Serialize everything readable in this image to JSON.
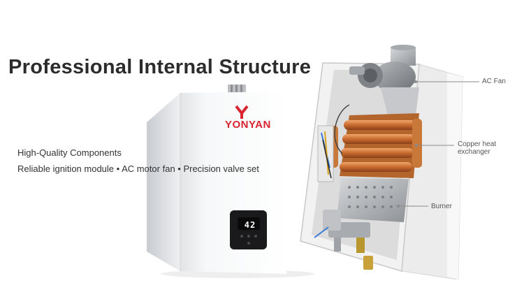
{
  "headline": "Professional Internal Structure",
  "brand": {
    "name": "YONYAN",
    "logo_color": "#d8242e"
  },
  "features": {
    "title": "High-Quality Components",
    "list": "Reliable ignition module • AC motor fan • Precision valve set"
  },
  "display": {
    "reading": "42"
  },
  "callouts": {
    "fan": "AC Fan",
    "heat_exchanger": "Copper heat exchanger",
    "burner": "Burner"
  }
}
